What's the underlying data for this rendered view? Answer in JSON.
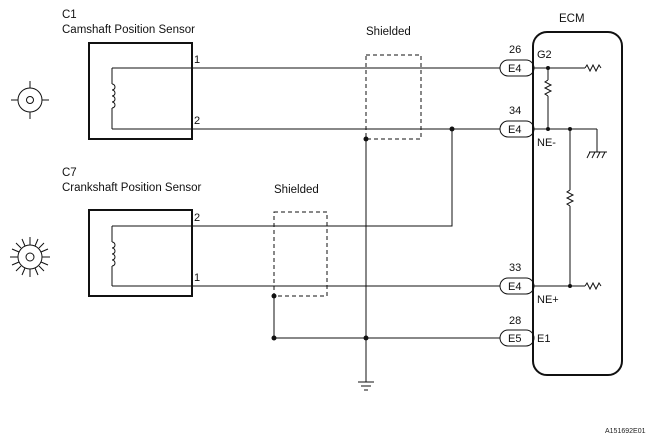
{
  "sensors": {
    "cam": {
      "code": "C1",
      "name": "Camshaft Position Sensor",
      "pin_top": "1",
      "pin_bottom": "2"
    },
    "crank": {
      "code": "C7",
      "name": "Crankshaft Position Sensor",
      "pin_top": "2",
      "pin_bottom": "1"
    }
  },
  "shields": {
    "upper": "Shielded",
    "lower": "Shielded"
  },
  "ecm": {
    "title": "ECM",
    "terminals": [
      {
        "pin": "26",
        "connector": "E4",
        "signal": "G2"
      },
      {
        "pin": "34",
        "connector": "E4",
        "signal": "NE-"
      },
      {
        "pin": "33",
        "connector": "E4",
        "signal": "NE+"
      },
      {
        "pin": "28",
        "connector": "E5",
        "signal": "E1"
      }
    ]
  },
  "figure_id": "A151692E01"
}
